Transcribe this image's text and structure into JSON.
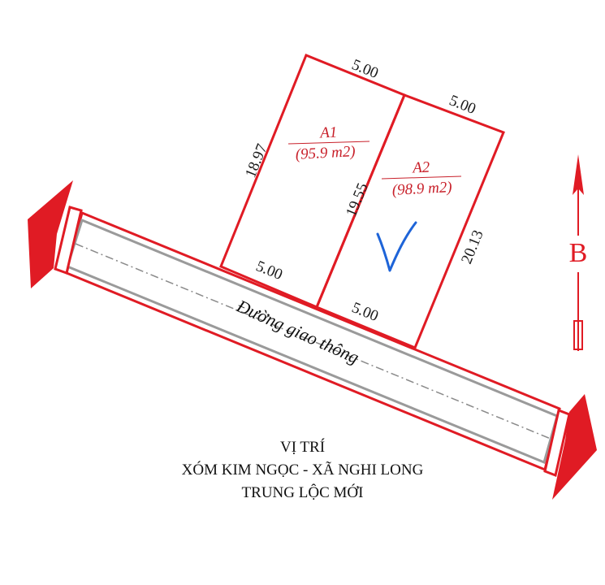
{
  "parcels": [
    {
      "id": "A1",
      "area": "(95.9 m2)"
    },
    {
      "id": "A2",
      "area": "(98.9 m2)"
    }
  ],
  "dimensions": {
    "a1_top": "5.00",
    "a2_top": "5.00",
    "a1_left": "18.97",
    "middle": "19.55",
    "a2_right": "20.13",
    "a1_bottom": "5.00",
    "a2_bottom": "5.00"
  },
  "road": {
    "label": "Đường giao thông"
  },
  "north": {
    "label": "B"
  },
  "caption": {
    "line1": "VỊ TRÍ",
    "line2": "XÓM KIM NGỌC - XÃ NGHI LONG",
    "line3": "TRUNG LỘC MỚI"
  },
  "colors": {
    "boundary": "#e01b24",
    "text": "#111111",
    "mark": "#1e64d8"
  }
}
